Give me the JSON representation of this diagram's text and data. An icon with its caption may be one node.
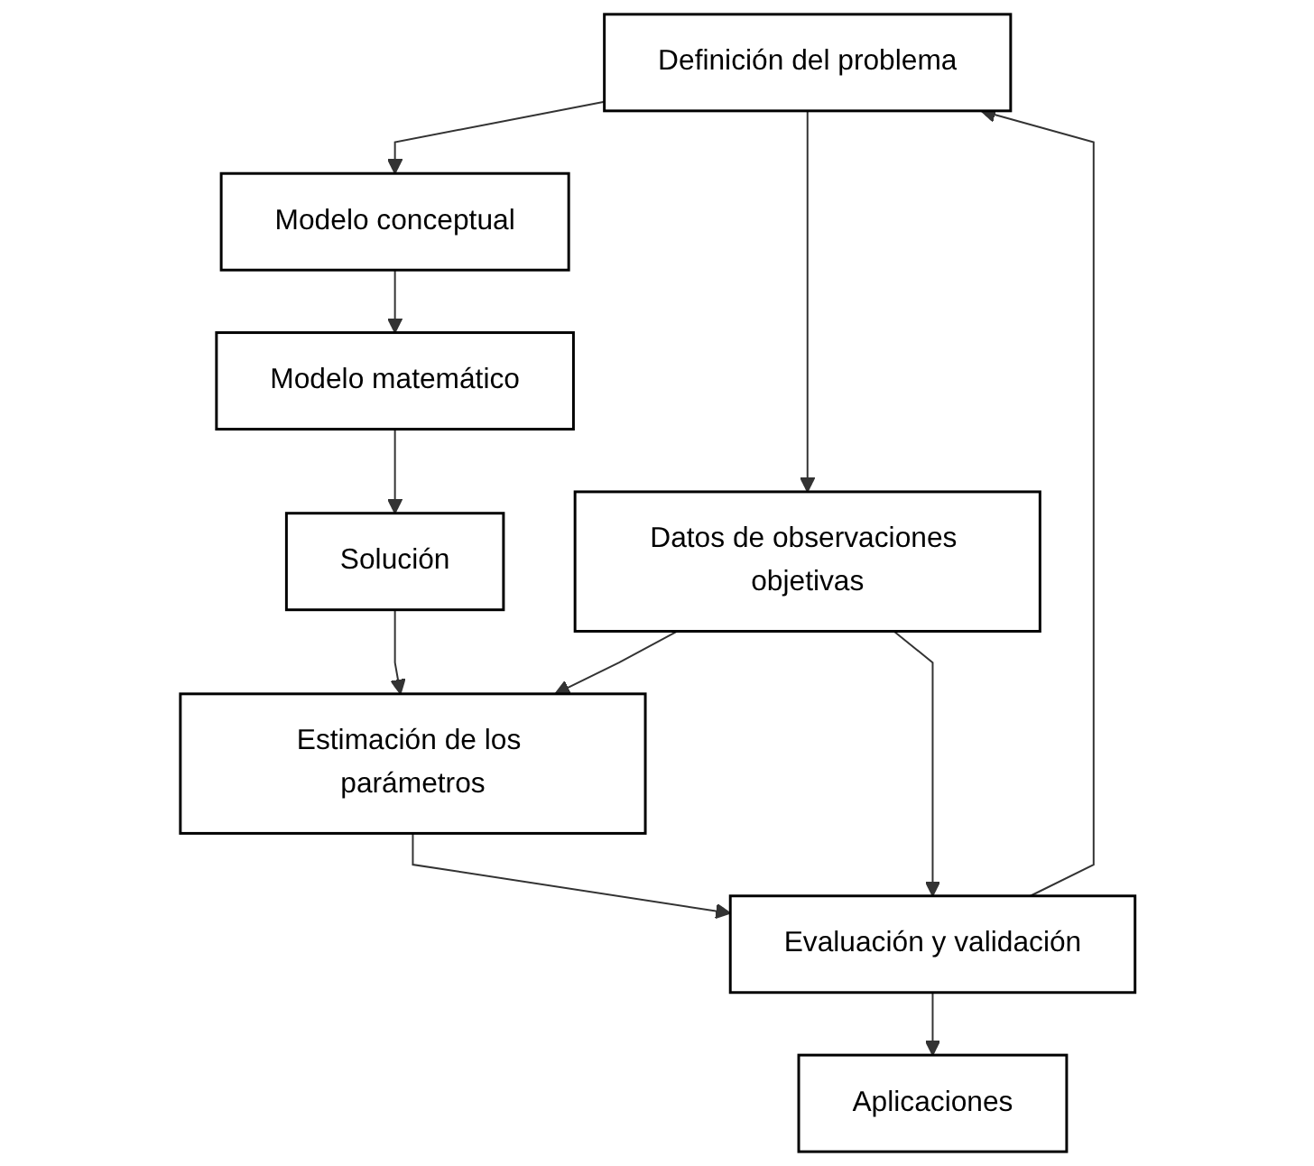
{
  "diagram": {
    "nodes": [
      {
        "text": [
          "Definición del problema"
        ]
      },
      {
        "text": [
          "Modelo conceptual"
        ]
      },
      {
        "text": [
          "Modelo matemático"
        ]
      },
      {
        "text": [
          "Solución"
        ]
      },
      {
        "text": [
          "Estimación de los parámetros"
        ]
      },
      {
        "text": [
          "Evaluación y validación"
        ]
      },
      {
        "text": [
          "Aplicaciones"
        ]
      },
      {
        "text": [
          "Datos de observaciones objetivas"
        ]
      }
    ],
    "edges": [
      {
        "from": 0,
        "to": 1,
        "arrow": "to"
      },
      {
        "from": 1,
        "to": 2,
        "arrow": "to"
      },
      {
        "from": 2,
        "to": 3,
        "arrow": "to"
      },
      {
        "from": 3,
        "to": 4,
        "arrow": "to"
      },
      {
        "from": 4,
        "to": 5,
        "arrow": "to"
      },
      {
        "from": 5,
        "to": 6,
        "arrow": "to"
      },
      {
        "from": 0,
        "to": 7,
        "arrow": "to"
      },
      {
        "from": 7,
        "to": 4,
        "arrow": "to"
      },
      {
        "from": 7,
        "to": 5,
        "arrow": "to"
      },
      {
        "from": 5,
        "to": 0,
        "arrow": "to"
      }
    ]
  }
}
